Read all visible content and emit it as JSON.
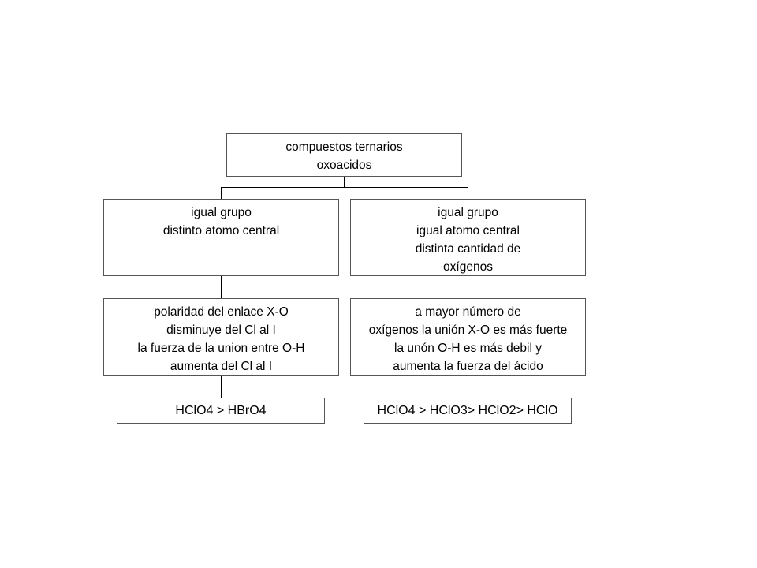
{
  "root": {
    "lines": [
      "compuestos ternarios",
      "oxoacidos"
    ]
  },
  "left": {
    "group": [
      "igual grupo",
      "distinto atomo central"
    ],
    "explanation": [
      "polaridad del enlace X-O",
      "disminuye del Cl al I",
      "la fuerza de la union entre O-H",
      "aumenta del Cl al I"
    ],
    "result": "HClO4 > HBrO4"
  },
  "right": {
    "group": [
      "igual grupo",
      "igual atomo central",
      "distinta cantidad de",
      "oxígenos"
    ],
    "explanation": [
      "a mayor número de",
      "oxígenos la unión X-O es más fuerte",
      "la unón O-H es más debil y",
      "aumenta la fuerza del ácido"
    ],
    "result": "HClO4 > HClO3> HClO2> HClO"
  },
  "colors": {
    "border": "#555555",
    "connector": "#000000",
    "background": "#ffffff"
  }
}
